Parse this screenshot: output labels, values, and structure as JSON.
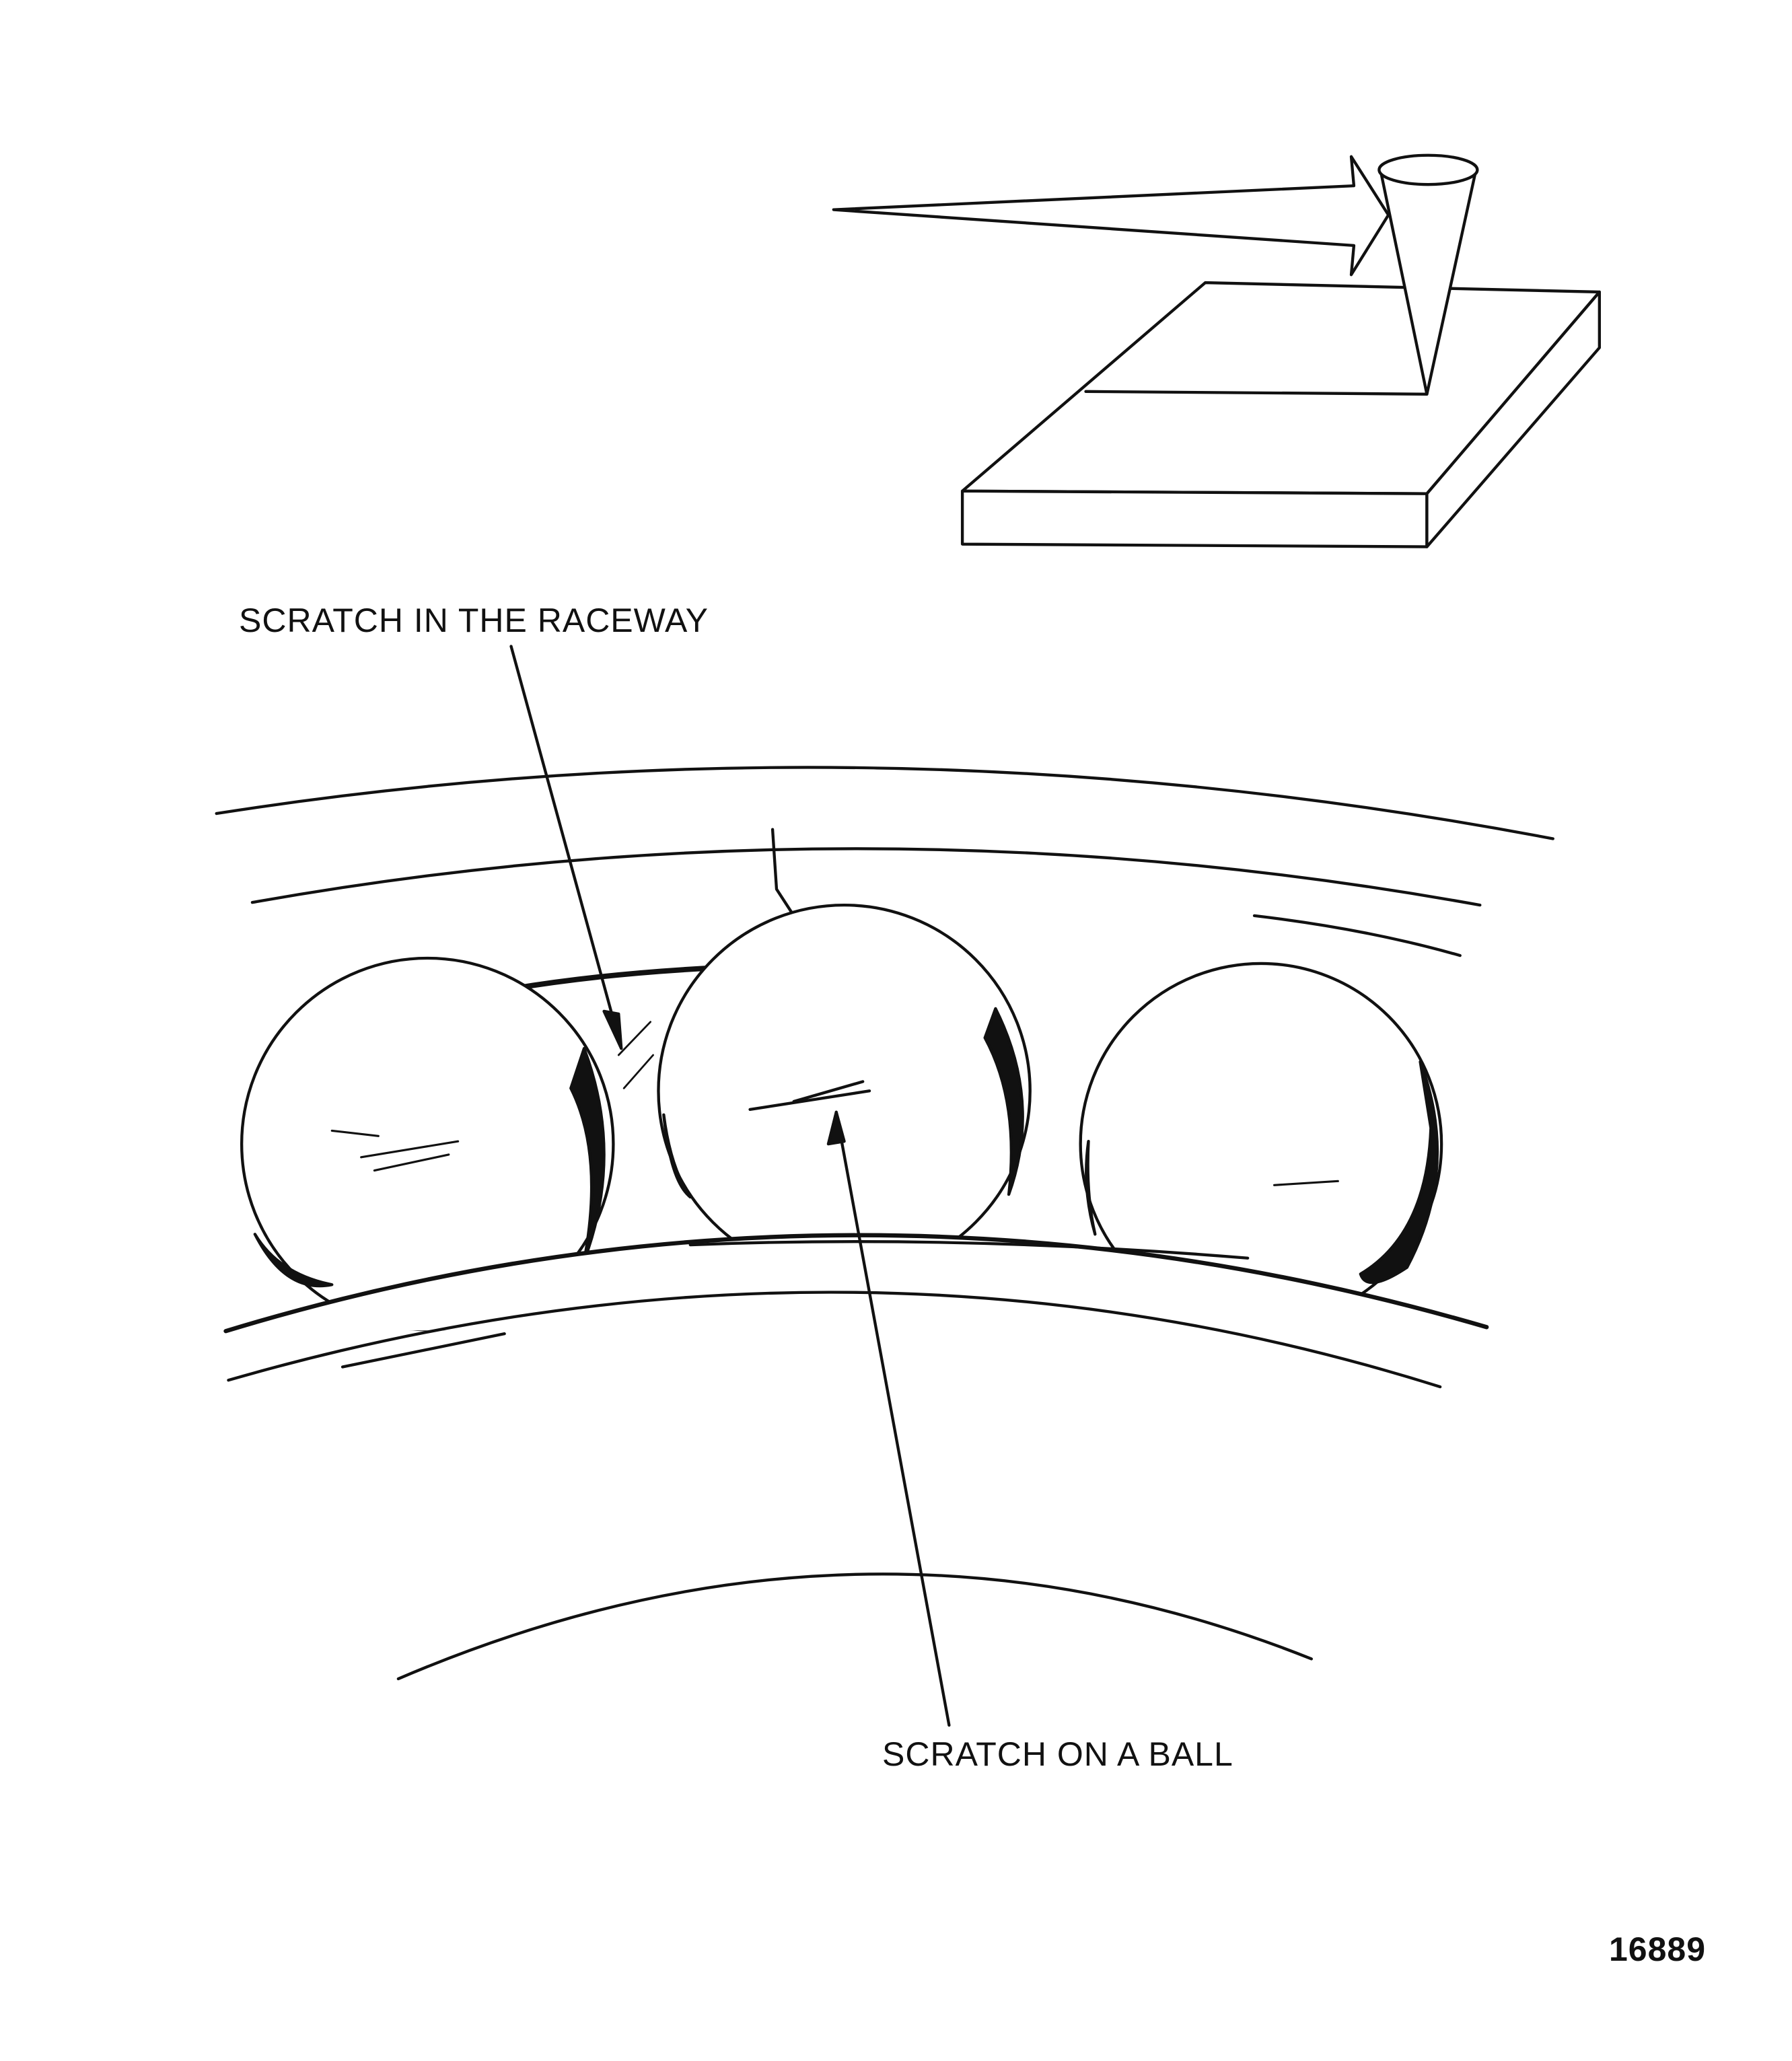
{
  "labels": {
    "raceway": "SCRATCH  IN THE RACEWAY",
    "ball": "SCRATCH ON A BALL",
    "figure_number": "16889"
  },
  "colors": {
    "ink": "#111111",
    "background": "#ffffff"
  }
}
